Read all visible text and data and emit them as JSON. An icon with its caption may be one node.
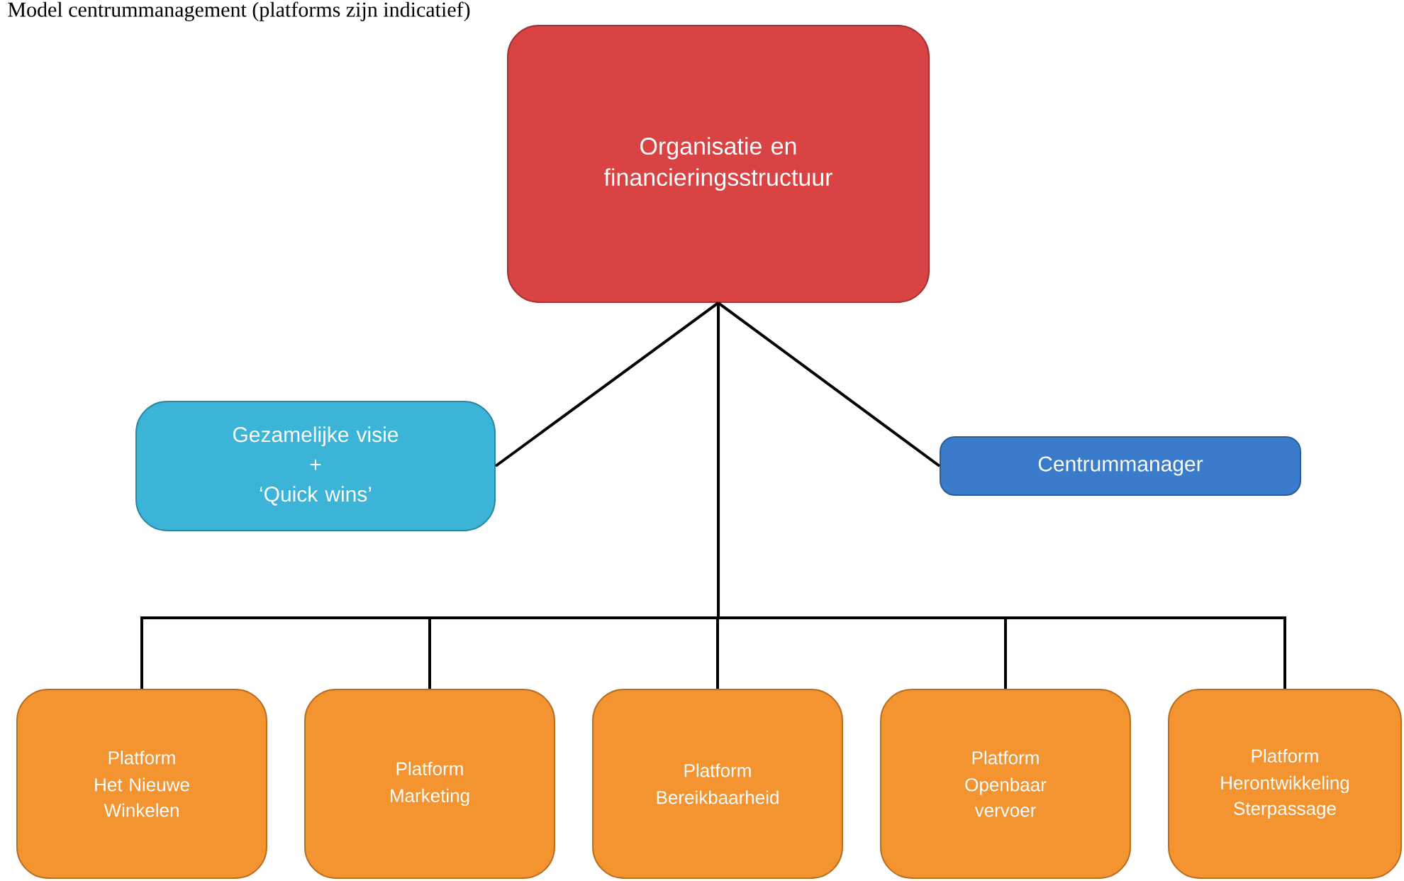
{
  "diagram": {
    "title": "Model centrummanagement (platforms zijn indicatief)",
    "nodes": [
      {
        "text": [
          "Organisatie en financieringsstructuur"
        ]
      },
      {
        "text": [
          "Gezamelijke visie",
          "+",
          "‘Quick wins’"
        ]
      },
      {
        "text": [
          "Centrummanager"
        ]
      },
      {
        "text": [
          "Platform",
          "Het Nieuwe Winkelen"
        ]
      },
      {
        "text": [
          "Platform",
          "Marketing"
        ]
      },
      {
        "text": [
          "Platform",
          "Bereikbaarheid"
        ]
      },
      {
        "text": [
          "Platform",
          "Openbaar vervoer"
        ]
      },
      {
        "text": [
          "Platform",
          "Herontwikkeling Sterpassage"
        ]
      }
    ],
    "edges": [
      {
        "from": 0,
        "to": 1,
        "arrow": "none"
      },
      {
        "from": 0,
        "to": 2,
        "arrow": "none"
      },
      {
        "from": 0,
        "to": 3,
        "arrow": "none"
      },
      {
        "from": 0,
        "to": 4,
        "arrow": "none"
      },
      {
        "from": 0,
        "to": 5,
        "arrow": "none"
      },
      {
        "from": 0,
        "to": 6,
        "arrow": "none"
      },
      {
        "from": 0,
        "to": 7,
        "arrow": "none"
      }
    ]
  }
}
